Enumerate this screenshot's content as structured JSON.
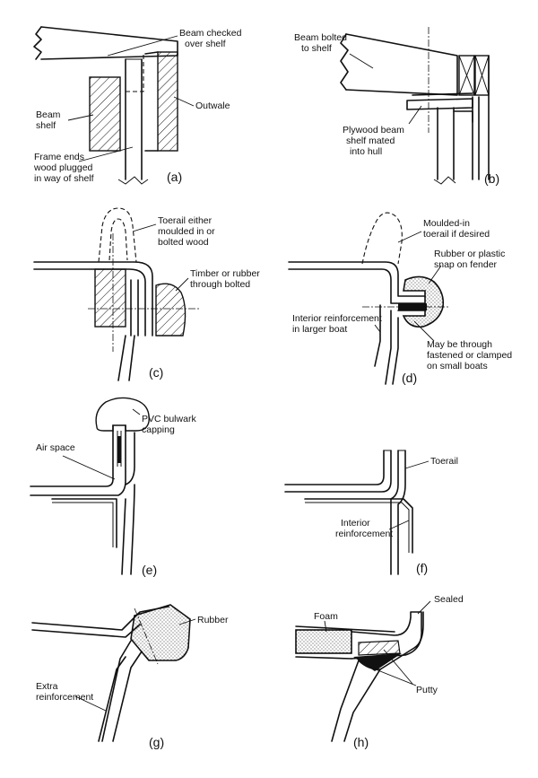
{
  "panels": {
    "a": {
      "caption": "(a)",
      "labels": {
        "beam_checked_1": "Beam checked",
        "beam_checked_2": "over shelf",
        "beam_shelf_1": "Beam",
        "beam_shelf_2": "shelf",
        "outwale": "Outwale",
        "frame_1": "Frame ends",
        "frame_2": "wood plugged",
        "frame_3": "in way of shelf"
      }
    },
    "b": {
      "caption": "(b)",
      "labels": {
        "bolted_1": "Beam bolted",
        "bolted_2": "to shelf",
        "plywood_1": "Plywood beam",
        "plywood_2": "shelf mated",
        "plywood_3": "into hull"
      }
    },
    "c": {
      "caption": "(c)",
      "labels": {
        "toerail_1": "Toerail either",
        "toerail_2": "moulded in or",
        "toerail_3": "bolted wood",
        "timber_1": "Timber or rubber",
        "timber_2": "through bolted"
      }
    },
    "d": {
      "caption": "(d)",
      "labels": {
        "moulded_1": "Moulded-in",
        "moulded_2": "toerail if desired",
        "rubber_1": "Rubber or plastic",
        "rubber_2": "snap on fender",
        "interior_1": "Interior reinforcement",
        "interior_2": "in larger boat",
        "through_1": "May be through",
        "through_2": "fastened or clamped",
        "through_3": "on small boats"
      }
    },
    "e": {
      "caption": "(e)",
      "labels": {
        "pvc_1": "PVC bulwark",
        "pvc_2": "capping",
        "air": "Air space"
      }
    },
    "f": {
      "caption": "(f)",
      "labels": {
        "toerail": "Toerail",
        "interior_1": "Interior",
        "interior_2": "reinforcement"
      }
    },
    "g": {
      "caption": "(g)",
      "labels": {
        "rubber": "Rubber",
        "extra_1": "Extra",
        "extra_2": "reinforcement"
      }
    },
    "h": {
      "caption": "(h)",
      "labels": {
        "sealed": "Sealed",
        "foam": "Foam",
        "putty": "Putty"
      }
    }
  }
}
